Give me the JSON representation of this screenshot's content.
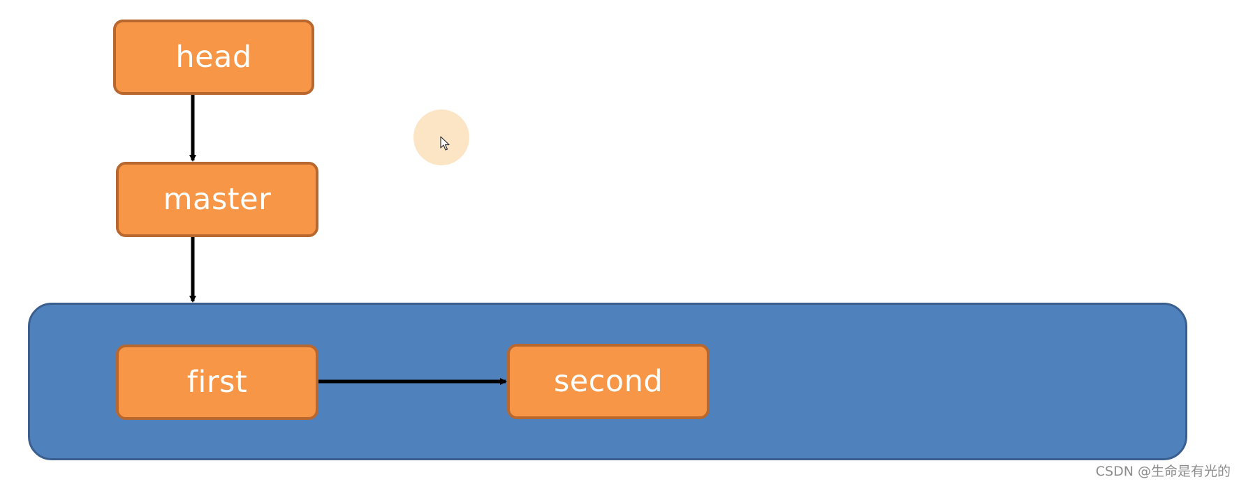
{
  "diagram": {
    "nodes": {
      "head": "head",
      "master": "master",
      "first": "first",
      "second": "second"
    },
    "edges": [
      {
        "from": "head",
        "to": "master"
      },
      {
        "from": "master",
        "to": "first"
      },
      {
        "from": "first",
        "to": "second"
      }
    ],
    "colors": {
      "node_fill": "#f79646",
      "node_border": "#b8672e",
      "container_fill": "#4f81bd",
      "arrow": "#000000"
    }
  },
  "watermark": "CSDN @生命是有光的"
}
